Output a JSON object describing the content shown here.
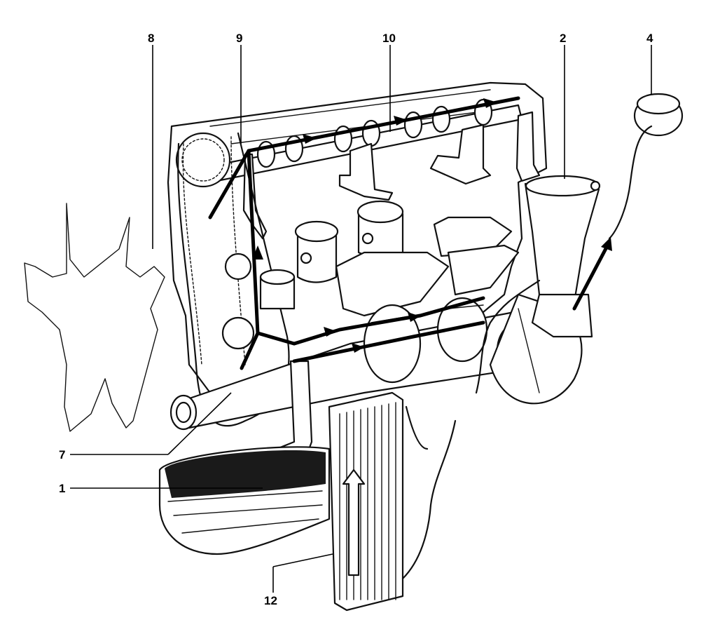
{
  "callouts": [
    {
      "id": "c8",
      "label": "8"
    },
    {
      "id": "c9",
      "label": "9"
    },
    {
      "id": "c10",
      "label": "10"
    },
    {
      "id": "c2",
      "label": "2"
    },
    {
      "id": "c4",
      "label": "4"
    },
    {
      "id": "c7",
      "label": "7"
    },
    {
      "id": "c1",
      "label": "1"
    },
    {
      "id": "c12",
      "label": "12"
    }
  ],
  "colors": {
    "ink": "#111111",
    "background": "#ffffff",
    "shade": "#1a1a1a"
  }
}
